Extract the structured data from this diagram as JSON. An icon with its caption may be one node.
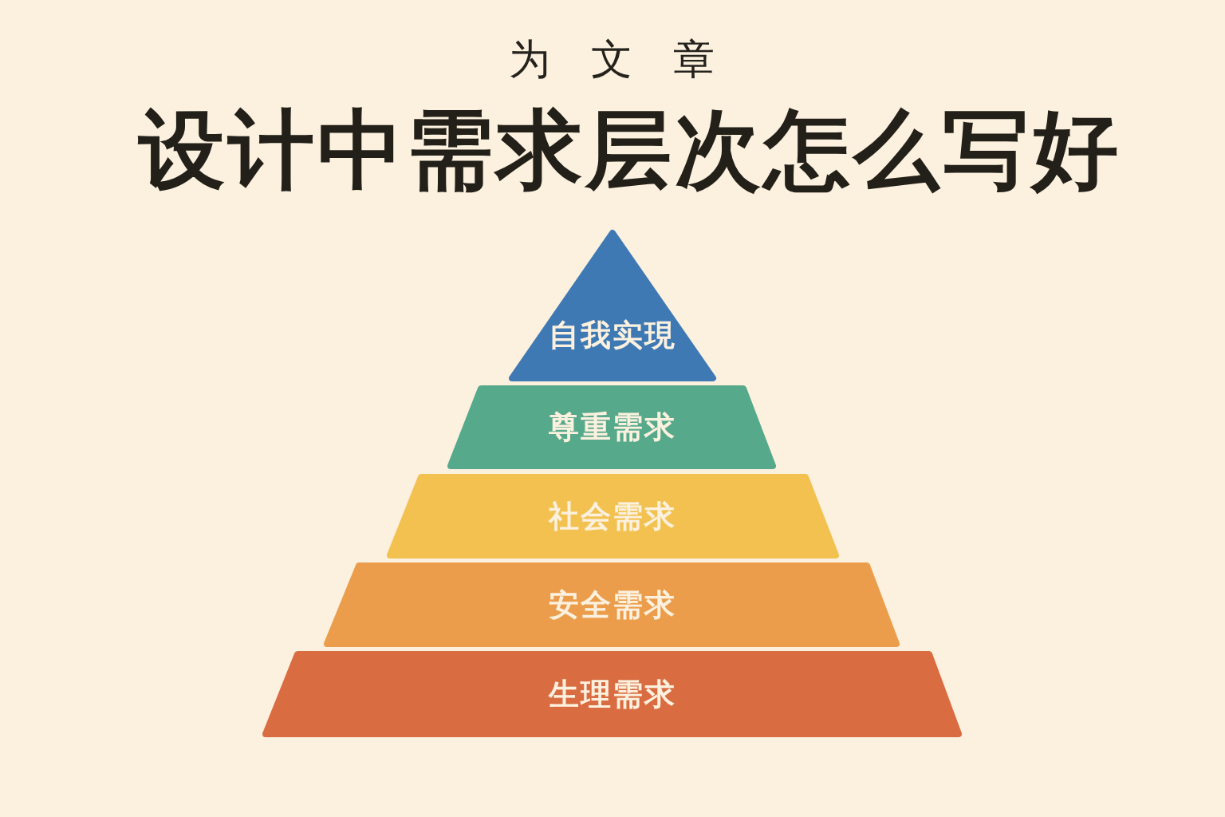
{
  "diagram": {
    "title": "设计中需求层次怎么写好",
    "nodes": [
      {
        "text": [
          "自我实現"
        ]
      },
      {
        "text": [
          "尊重需求"
        ]
      },
      {
        "text": [
          "社会需求"
        ]
      },
      {
        "text": [
          "安全需求"
        ]
      },
      {
        "text": [
          "生理需求"
        ]
      }
    ],
    "labels": [
      "为文章"
    ]
  }
}
